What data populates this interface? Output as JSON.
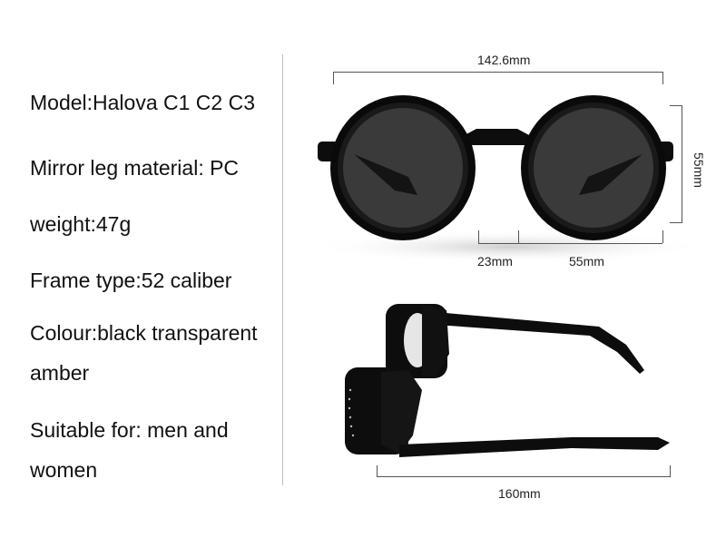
{
  "specs": {
    "model": "Model:Halova C1 C2 C3",
    "leg_material": "Mirror leg material: PC",
    "weight": "weight:47g",
    "frame_type": "Frame type:52 caliber",
    "colour_line1": "Colour:black transparent",
    "colour_line2": "amber",
    "suitable_line1": "Suitable for: men and",
    "suitable_line2": "women"
  },
  "dimensions": {
    "total_width": "142.6mm",
    "lens_height": "55mm",
    "bridge": "23mm",
    "lens_width": "55mm",
    "temple_length": "160mm"
  },
  "colors": {
    "frame": "#0d0d0d",
    "lens": "#3a3a3a",
    "dim_line": "#555555"
  }
}
